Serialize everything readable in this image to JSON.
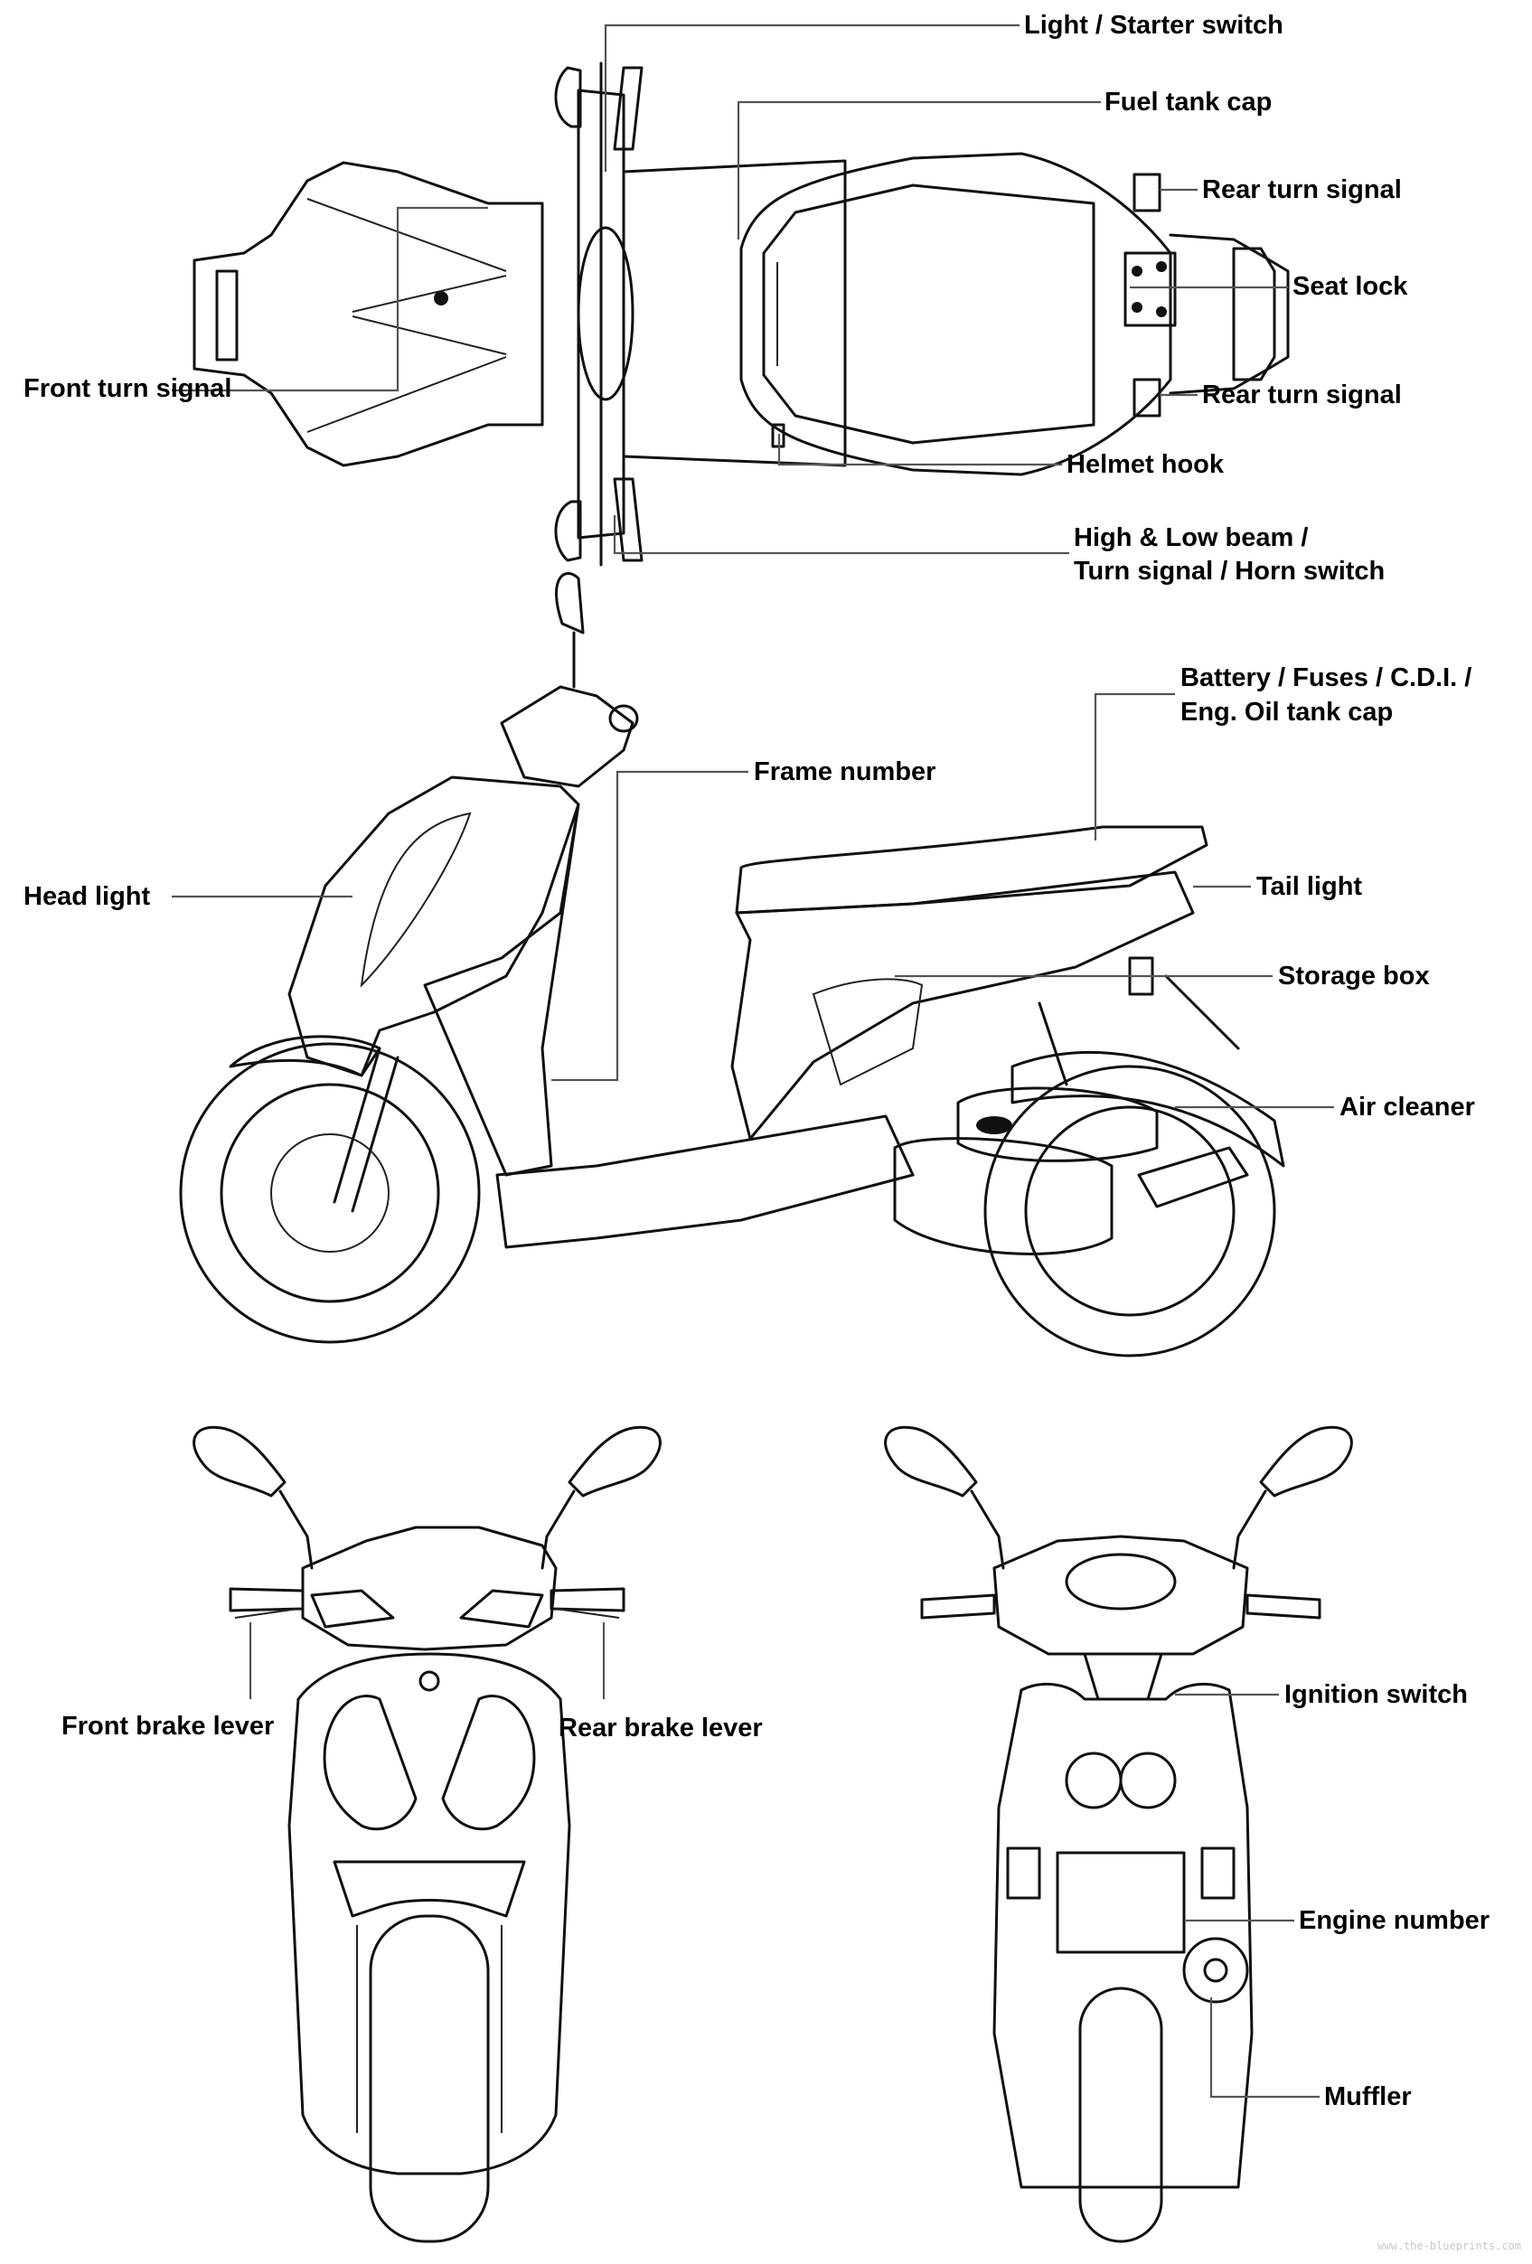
{
  "diagram": {
    "title": "Scooter parts location diagram",
    "views": [
      "top view",
      "left side view",
      "front view",
      "rear view"
    ],
    "top_view_labels": {
      "light_starter_switch": "Light / Starter switch",
      "fuel_tank_cap": "Fuel tank cap",
      "rear_turn_signal_upper": "Rear turn signal",
      "seat_lock": "Seat lock",
      "rear_turn_signal_lower": "Rear turn signal",
      "front_turn_signal": "Front turn signal",
      "helmet_hook": "Helmet hook",
      "beam_switch_line1": "High & Low beam /",
      "beam_switch_line2": "Turn signal / Horn switch"
    },
    "side_view_labels": {
      "battery_line1": "Battery / Fuses / C.D.I. /",
      "battery_line2": "Eng. Oil tank cap",
      "frame_number": "Frame number",
      "head_light": "Head light",
      "tail_light": "Tail light",
      "storage_box": "Storage box",
      "air_cleaner": "Air cleaner"
    },
    "front_view_labels": {
      "front_brake_lever": "Front brake lever",
      "rear_brake_lever": "Rear brake lever"
    },
    "rear_view_labels": {
      "ignition_switch": "Ignition switch",
      "engine_number": "Engine number",
      "muffler": "Muffler"
    },
    "watermark": "www.the-blueprints.com",
    "colors": {
      "line": "#111111",
      "leader": "#555555",
      "text": "#000000",
      "background": "#ffffff"
    }
  }
}
